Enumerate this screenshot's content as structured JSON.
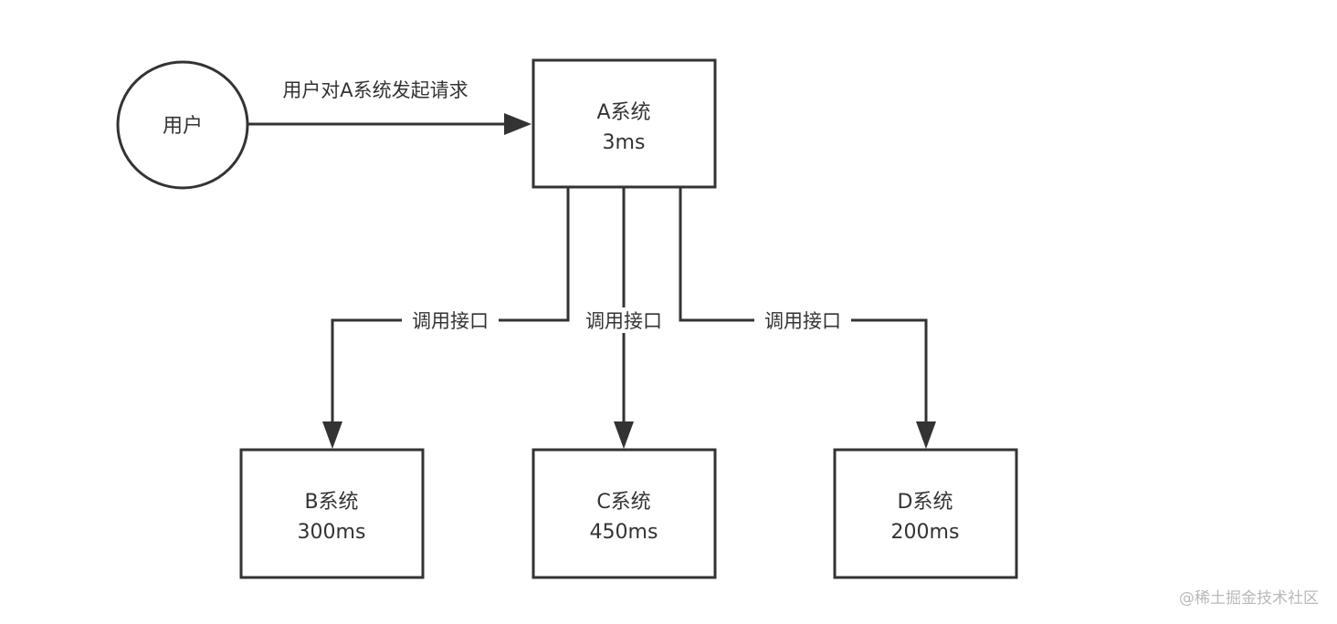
{
  "diagram": {
    "user_node": {
      "label": "用户"
    },
    "request_edge": {
      "label": "用户对A系统发起请求"
    },
    "system_a": {
      "name": "A系统",
      "time": "3ms"
    },
    "call_edges": [
      {
        "label": "调用接口"
      },
      {
        "label": "调用接口"
      },
      {
        "label": "调用接口"
      }
    ],
    "downstream": [
      {
        "name": "B系统",
        "time": "300ms"
      },
      {
        "name": "C系统",
        "time": "450ms"
      },
      {
        "name": "D系统",
        "time": "200ms"
      }
    ]
  },
  "watermark": "@稀土掘金技术社区"
}
